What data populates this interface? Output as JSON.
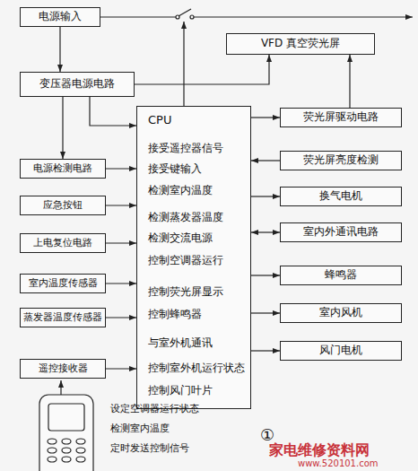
{
  "diagram": {
    "nodes": [
      {
        "text": [
          "电源输入"
        ]
      },
      {
        "text": [
          "VFD 真空荧光屏"
        ]
      },
      {
        "text": [
          "变压器电源电路"
        ]
      },
      {
        "text": [
          "CPU",
          "接受遥控器信号",
          "接受键输入",
          "检测室内温度",
          "检测蒸发器温度",
          "检测交流电源",
          "控制空调器运行",
          "控制荧光屏显示",
          "控制蜂鸣器",
          "与室外机通讯",
          "控制室外机运行状态",
          "控制风门叶片"
        ]
      },
      {
        "text": [
          "荧光屏驱动电路"
        ]
      },
      {
        "text": [
          "电源检测电路"
        ]
      },
      {
        "text": [
          "荧光屏亮度检测"
        ]
      },
      {
        "text": [
          "应急按钮"
        ]
      },
      {
        "text": [
          "换气电机"
        ]
      },
      {
        "text": [
          "上电复位电路"
        ]
      },
      {
        "text": [
          "室内外通讯电路"
        ]
      },
      {
        "text": [
          "室内温度传感器"
        ]
      },
      {
        "text": [
          "蜂鸣器"
        ]
      },
      {
        "text": [
          "蒸发器温度传感器"
        ]
      },
      {
        "text": [
          "室内风机"
        ]
      },
      {
        "text": [
          "遥控接收器"
        ]
      },
      {
        "text": [
          "风门电机"
        ]
      }
    ],
    "edges": [
      {
        "from": 0,
        "to": 2,
        "arrow": "to"
      },
      {
        "from": 2,
        "to": 5,
        "arrow": "to"
      },
      {
        "from": 2,
        "to": 3,
        "arrow": "to"
      },
      {
        "from": 2,
        "to": 1,
        "arrow": "to"
      },
      {
        "from": 3,
        "to": 4,
        "arrow": "to"
      },
      {
        "from": 4,
        "to": 1,
        "arrow": "to"
      },
      {
        "from": 6,
        "to": 3,
        "arrow": "to"
      },
      {
        "from": 3,
        "to": 8,
        "arrow": "to"
      },
      {
        "from": 3,
        "to": 10,
        "arrow": "both"
      },
      {
        "from": 3,
        "to": 12,
        "arrow": "to"
      },
      {
        "from": 3,
        "to": 14,
        "arrow": "to"
      },
      {
        "from": 3,
        "to": 16,
        "arrow": "to"
      },
      {
        "from": 5,
        "to": 3,
        "arrow": "to"
      },
      {
        "from": 7,
        "to": 3,
        "arrow": "to"
      },
      {
        "from": 9,
        "to": 3,
        "arrow": "to"
      },
      {
        "from": 11,
        "to": 3,
        "arrow": "to"
      },
      {
        "from": 13,
        "to": 3,
        "arrow": "to"
      },
      {
        "from": 15,
        "to": 3,
        "arrow": "to"
      }
    ],
    "labels": [
      "设定空调器运行状态",
      "检测室内温度",
      "定时发送控制信号",
      "①",
      "家电维修资料网",
      "www.520101.com"
    ]
  }
}
